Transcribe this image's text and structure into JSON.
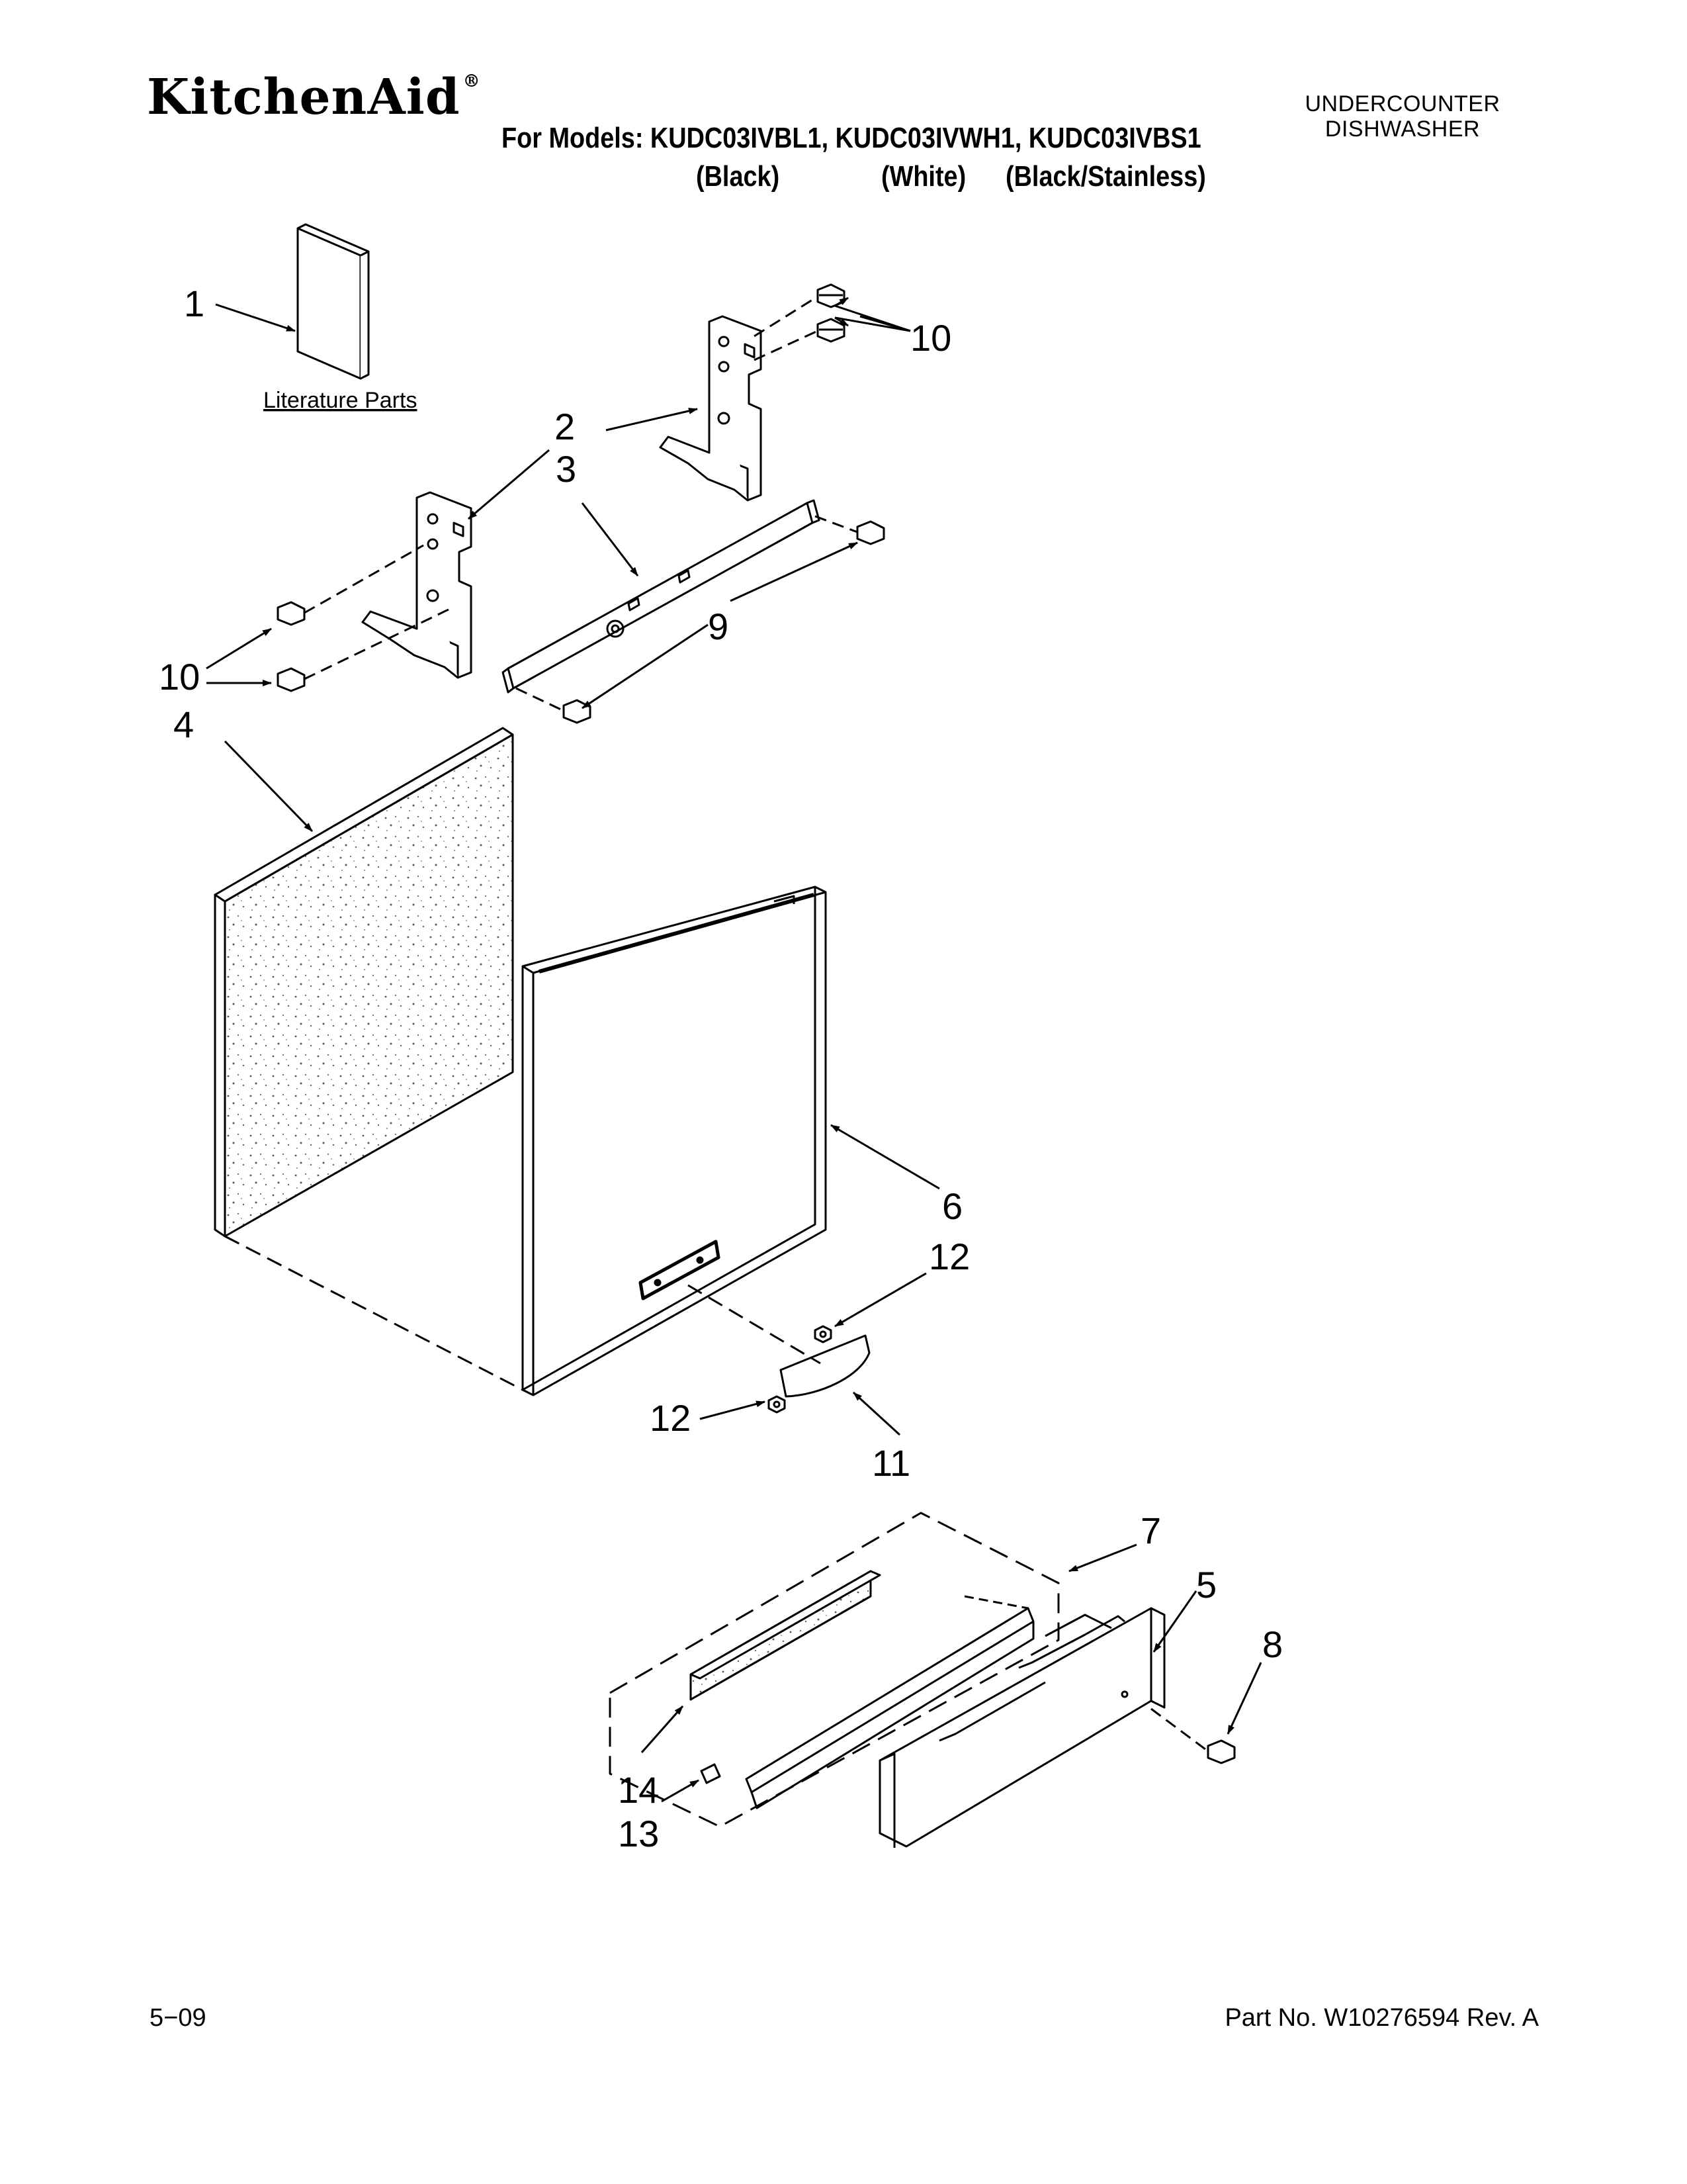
{
  "header": {
    "brand": "KitchenAid",
    "registered_mark": "®",
    "models_line": "For Models: KUDC03IVBL1, KUDC03IVWH1, KUDC03IVBS1",
    "variants": [
      "(Black)",
      "(White)",
      "(Black/Stainless)"
    ],
    "product_type": [
      "UNDERCOUNTER",
      "DISHWASHER"
    ]
  },
  "diagram": {
    "literature_label": "Literature Parts",
    "callouts": [
      "1",
      "2",
      "3",
      "4",
      "5",
      "6",
      "7",
      "8",
      "9",
      "10",
      "10",
      "11",
      "12",
      "12",
      "13",
      "14"
    ]
  },
  "footer": {
    "date": "5−09",
    "part_number": "Part No. W10276594 Rev. A"
  }
}
